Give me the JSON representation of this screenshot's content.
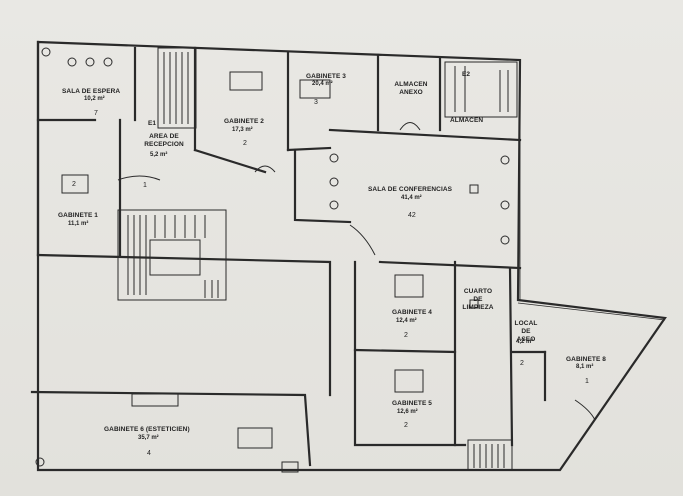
{
  "rooms": {
    "sala_espera": {
      "name": "SALA DE ESPERA",
      "area": "10,2 m²",
      "occupancy": "7"
    },
    "recepcion": {
      "code": "E1",
      "name": "AREA DE RECEPCION",
      "area": "5,2 m²",
      "occupancy": "1"
    },
    "gabinete1": {
      "name": "GABINETE 1",
      "area": "11,1 m²",
      "occupancy": "2"
    },
    "gabinete2": {
      "name": "GABINETE 2",
      "area": "17,3 m²",
      "occupancy": "2"
    },
    "gabinete3": {
      "name": "GABINETE 3",
      "area": "20,4 m²",
      "occupancy": "3"
    },
    "almacen_anexo": {
      "name": "ALMACEN ANEXO"
    },
    "almacen": {
      "code": "E2",
      "name": "ALMACEN"
    },
    "sala_conferencias": {
      "name": "SALA DE CONFERENCIAS",
      "area": "41,4 m²",
      "occupancy": "42"
    },
    "gabinete4": {
      "name": "GABINETE 4",
      "area": "12,4 m²",
      "occupancy": "2"
    },
    "gabinete5": {
      "name": "GABINETE 5",
      "area": "12,6 m²",
      "occupancy": "2"
    },
    "cuarto_limpieza": {
      "name": "CUARTO DE LIMPIEZA"
    },
    "local_aseo": {
      "name": "LOCAL DE ASEO",
      "area": "4,2 m²",
      "occupancy": "2"
    },
    "gabinete8": {
      "name": "GABINETE 8",
      "area": "8,1 m²",
      "occupancy": "1"
    },
    "gabinete6": {
      "name": "GABINETE 6 (ESTETICIEN)",
      "area": "35,7 m²",
      "occupancy": "4"
    }
  }
}
